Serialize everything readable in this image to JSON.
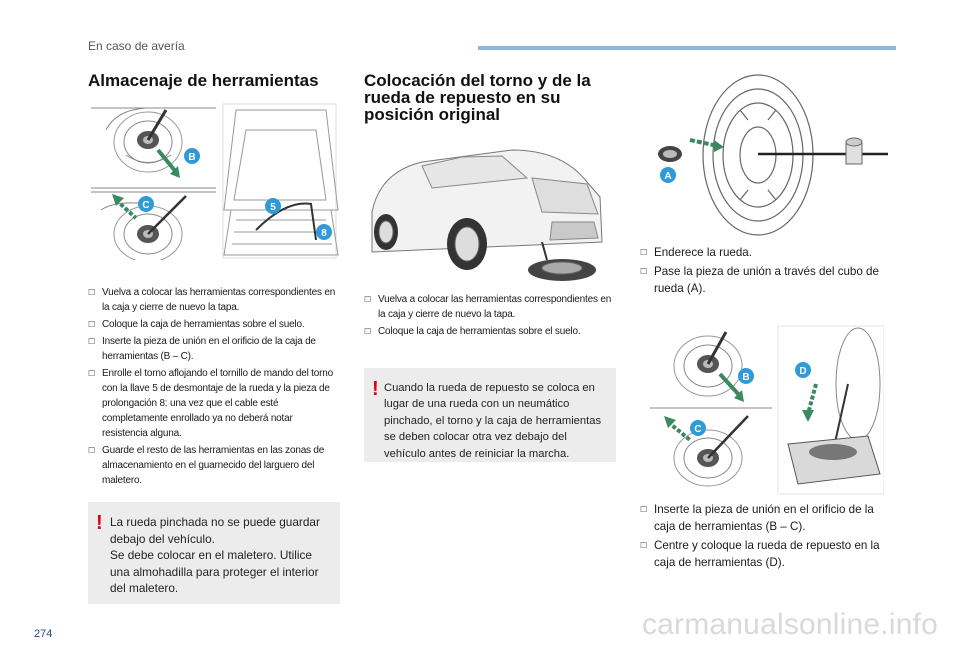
{
  "header": {
    "section": "En caso de avería"
  },
  "page_number": "274",
  "watermark": "carmanualsonline.info",
  "left": {
    "title": "Almacenaje de herramientas",
    "bullets": [
      "Vuelva a colocar las herramientas correspondientes en la caja y cierre de nuevo la tapa.",
      "Coloque la caja de herramientas sobre el suelo.",
      "Inserte la pieza de unión en el orificio de la caja de herramientas (B – C).",
      "Enrolle el torno aflojando el tornillo de mando del torno con la llave 5 de desmontaje de la rueda y la pieza de prolongación 8: una vez que el cable esté completamente enrollado ya no deberá notar resistencia alguna.",
      "Guarde el resto de las herramientas en las zonas de almacenamiento en el guarnecido del larguero del maletero."
    ],
    "warning": "La rueda pinchada no se puede guardar debajo del vehículo.\nSe debe colocar en el maletero. Utilice una almohadilla para proteger el interior del maletero."
  },
  "middle": {
    "title": "Colocación del torno y de la rueda de repuesto en su posición original",
    "bullets": [
      "Vuelva a colocar las herramientas correspondientes en la caja y cierre de nuevo la tapa.",
      "Coloque la caja de herramientas sobre el suelo."
    ],
    "warning": "Cuando la rueda de repuesto se coloca en lugar de una rueda con un neumático pinchado, el torno y la caja de herramientas se deben colocar otra vez debajo del vehículo antes de reiniciar la marcha."
  },
  "right": {
    "bullets_top": [
      "Enderece la rueda.",
      "Pase la pieza de unión a través del cubo de rueda (A)."
    ],
    "bullets_bottom": [
      "Inserte la pieza de unión en el orificio de la caja de herramientas (B – C).",
      "Centre y coloque la rueda de repuesto en la caja de herramientas (D)."
    ]
  },
  "figure_labels": {
    "left_top": "B",
    "left_bottom": "C",
    "trunk_a": "5",
    "trunk_b": "8",
    "wheel": "A",
    "box_b": "B",
    "box_c": "C",
    "box_d": "D"
  },
  "colors": {
    "badge": "#2e9ad8",
    "arrow": "#3a8a5f",
    "warning_mark": "#e1001a",
    "warning_bg": "#ececec",
    "header_bar": "#8fb7d6"
  }
}
